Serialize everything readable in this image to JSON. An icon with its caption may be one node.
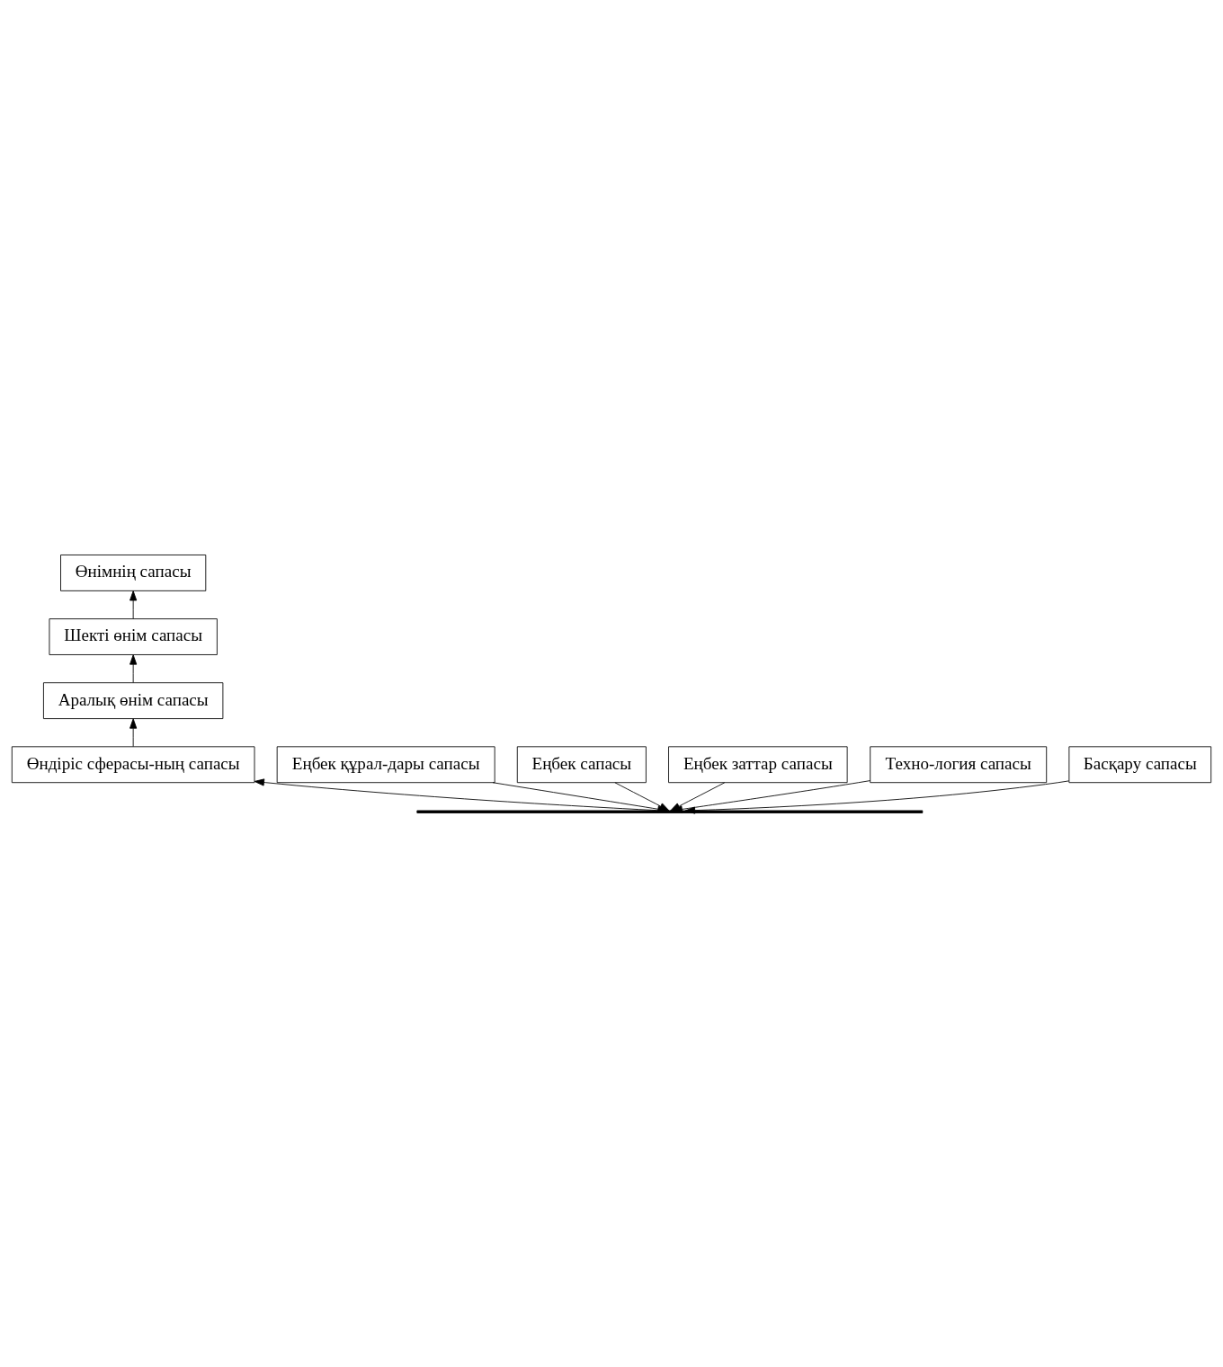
{
  "diagram": {
    "nodes": [
      {
        "text": [
          "Өнімнің сапасы"
        ]
      },
      {
        "text": [
          "Шекті өнім сапасы"
        ]
      },
      {
        "text": [
          "Аралық өнім сапасы"
        ]
      },
      {
        "text": [
          "Еңбек құрал-дары сапасы"
        ]
      },
      {
        "text": [
          "Өндіріс сферасы-ның сапасы"
        ]
      },
      {
        "text": [
          "Еңбек сапасы"
        ]
      },
      {
        "text": [
          "Еңбек заттар сапасы"
        ]
      },
      {
        "text": [
          "Техно-логия сапасы"
        ]
      },
      {
        "text": [
          "Басқару сапасы"
        ]
      },
      {
        "text": [],
        "shape": "bar"
      }
    ],
    "edges": [
      {
        "from": 1,
        "to": 0,
        "arrow": "to"
      },
      {
        "from": 2,
        "to": 1,
        "arrow": "to"
      },
      {
        "from": 4,
        "to": 2,
        "arrow": "to"
      },
      {
        "from": 5,
        "to": 9,
        "arrow": "to"
      },
      {
        "from": 6,
        "to": 9,
        "arrow": "to"
      },
      {
        "from": 3,
        "to": 9,
        "arrow": "to"
      },
      {
        "from": 7,
        "to": 9,
        "arrow": "to"
      },
      {
        "from": 9,
        "to": 4,
        "arrow": "to"
      },
      {
        "from": 8,
        "to": 9,
        "arrow": "to"
      }
    ]
  }
}
